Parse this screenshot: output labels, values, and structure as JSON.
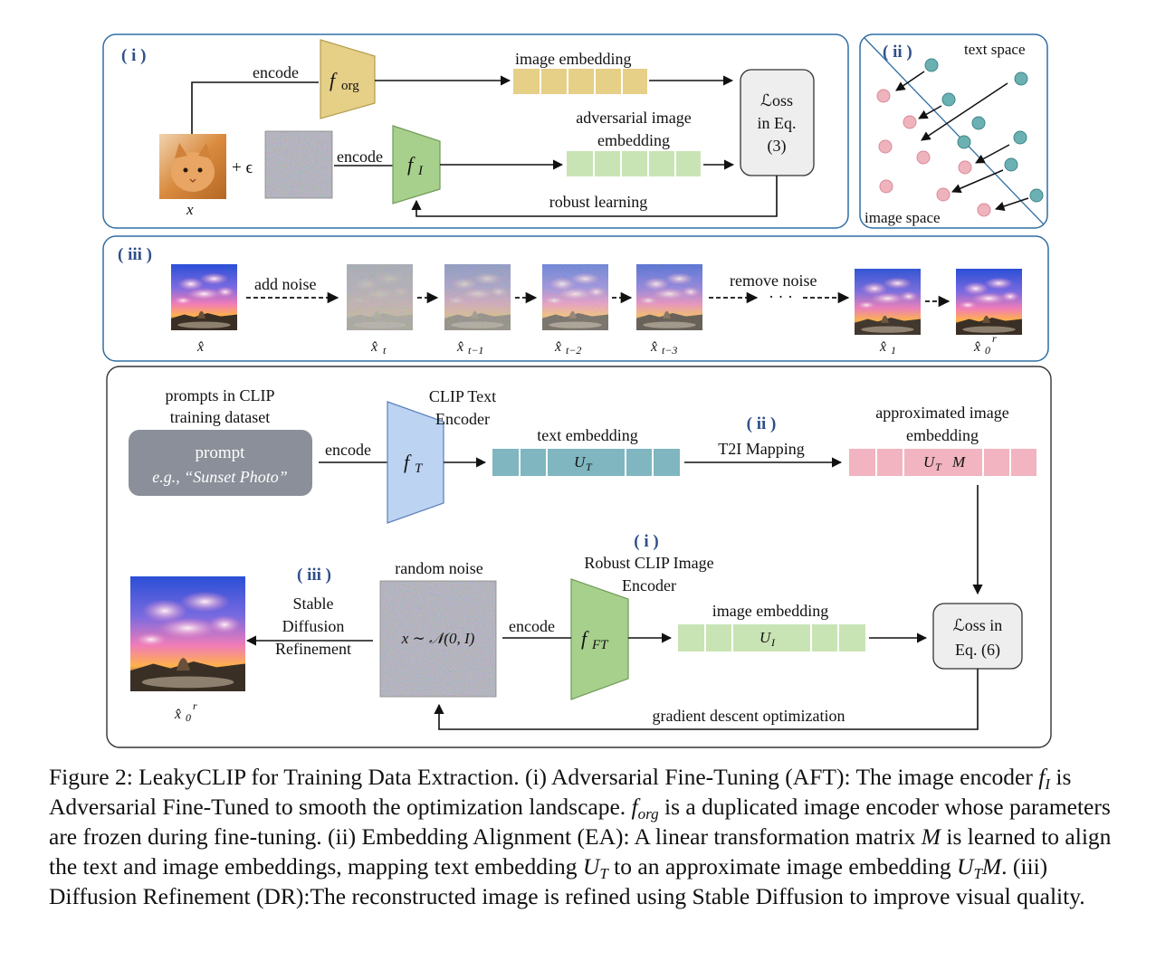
{
  "panel_i": {
    "tag": "( i )",
    "encode_top": "encode",
    "f_org_base": "f",
    "f_org_sub": "org",
    "image_embedding_label": "image embedding",
    "input_label": "x",
    "plus_eps": "+ ϵ",
    "encode_bottom": "encode",
    "f_I_base": "f",
    "f_I_sub": "I",
    "adv_embed_line1": "adversarial image",
    "adv_embed_line2": "embedding",
    "loss_line1": "ℒoss",
    "loss_line2": "in Eq.",
    "loss_line3": "(3)",
    "robust_learning": "robust learning"
  },
  "panel_ii": {
    "tag": "( ii )",
    "text_space": "text space",
    "image_space": "image space"
  },
  "panel_iii": {
    "tag": "( iii )",
    "add_noise": "add noise",
    "remove_noise": "remove noise",
    "dots": "· · ·",
    "labels": {
      "x_hat": "x̂",
      "x_t": "x̂",
      "x_t_sub": "t",
      "x_t1_sub": "t−1",
      "x_t2_sub": "t−2",
      "x_t3_sub": "t−3",
      "x_1_sub": "1",
      "x_0_sub": "0",
      "x_0_sup": "r"
    }
  },
  "main": {
    "prompts_line1": "prompts in CLIP",
    "prompts_line2": "training dataset",
    "prompt_title": "prompt",
    "prompt_example": "e.g., “Sunset Photo”",
    "encode_text": "encode",
    "clip_text_line1": "CLIP Text",
    "clip_text_line2": "Encoder",
    "f_T_base": "f",
    "f_T_sub": "T",
    "text_embedding_label": "text embedding",
    "U_T_base": "U",
    "U_T_sub": "T",
    "tag_ii": "( ii )",
    "t2i_mapping": "T2I Mapping",
    "approx_line1": "approximated image",
    "approx_line2": "embedding",
    "UTM_base": "U",
    "UTM_sub": "T",
    "UTM_M": "M",
    "tag_i": "( i )",
    "robust_line1": "Robust CLIP Image",
    "robust_line2": "Encoder",
    "f_FT_base": "f",
    "f_FT_sub": "FT",
    "image_embedding_label": "image embedding",
    "U_I_base": "U",
    "U_I_sub": "I",
    "random_noise": "random noise",
    "noise_formula": "x ∼ 𝒩(0, I)",
    "encode_image": "encode",
    "tag_iii": "( iii )",
    "stable_line1": "Stable",
    "stable_line2": "Diffusion",
    "stable_line3": "Refinement",
    "loss6_line1": "ℒoss in",
    "loss6_line2": "Eq. (6)",
    "gradient_descent": "gradient descent optimization",
    "x0_label": "x̂",
    "x0_sub": "0",
    "x0_sup": "r"
  },
  "caption": {
    "p1": "Figure 2: LeakyCLIP for Training Data Extraction. (i) Adversarial Fine-Tuning (AFT): The image encoder ",
    "fI_base": "f",
    "fI_sub": "I",
    "p2": " is Adversarial Fine-Tuned to smooth the optimization landscape. ",
    "forg_base": "f",
    "forg_sub": "org",
    "p3": " is a duplicated image encoder whose parameters are frozen during fine-tuning. (ii) Embedding Alignment (EA): A linear transformation matrix ",
    "M1": "M",
    "p4": " is learned to align the text and image embeddings, mapping text embedding ",
    "UT_base": "U",
    "UT_sub": "T",
    "p5": " to an approximate image embedding ",
    "UTM_base": "U",
    "UTM_sub": "T",
    "UTM_M": "M",
    "p6": ". (iii) Diffusion Refinement (DR):The reconstructed image is refined using Stable Diffusion to improve visual quality."
  },
  "colors": {
    "panel_border": "#2f6ea3",
    "tag_blue": "#2f4f8a",
    "forg_fill": "#e6cf87",
    "fI_fill": "#a8d08d",
    "fT_fill": "#bcd3f2",
    "text_embed": "#7fb6c0",
    "approx_embed": "#f2b4c0",
    "img_embed": "#c9e4b4",
    "loss_fill": "#eeeeee",
    "prompt_fill": "#8a8f99",
    "teal_dot": "#6bb1b3",
    "pink_dot": "#efb3bd"
  }
}
